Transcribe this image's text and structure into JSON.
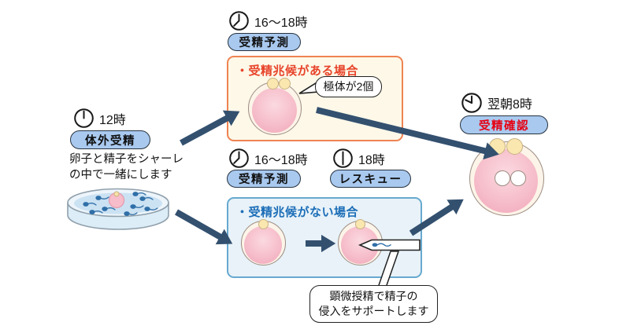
{
  "palette": {
    "arrow": "#33506F",
    "pill_bg": "#A9C9EF",
    "pill_border": "#26323E",
    "positive_border": "#EF8352",
    "positive_bg": "#FDF8E8",
    "positive_text": "#E8442B",
    "negative_border": "#67A9CF",
    "negative_bg": "#E8F2F8",
    "negative_text": "#1C6EB8",
    "confirm_text": "#E60012",
    "egg_pink": "#F5B7C6",
    "polar_body": "#FAE7B0",
    "sperm": "#2F6FA8"
  },
  "left": {
    "time": "12時",
    "label": "体外受精",
    "desc_line1": "卵子と精子をシャーレ",
    "desc_line2": "の中で一緒にします"
  },
  "top": {
    "time": "16〜18時",
    "label": "受精予測"
  },
  "positive_case": {
    "title": "・受精兆候がある場合",
    "callout": "極体が2個"
  },
  "mid": {
    "predict_time": "16〜18時",
    "predict_label": "受精予測",
    "rescue_time": "18時",
    "rescue_label": "レスキュー"
  },
  "negative_case": {
    "title": "・受精兆候がない場合",
    "callout_line1": "顕微授精で精子の",
    "callout_line2": "侵入をサポートします"
  },
  "confirm": {
    "time": "翌朝8時",
    "label": "受精確認"
  }
}
